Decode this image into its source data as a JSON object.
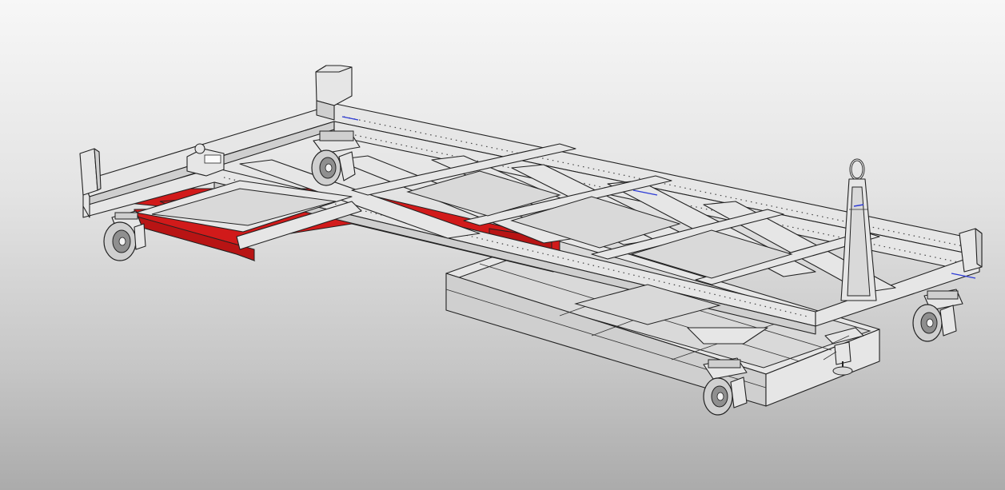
{
  "scene": {
    "background_top": "#f7f7f7",
    "background_bottom": "#ababab",
    "highlight_color": "#d11a1a",
    "frame_color": "#e6e6e6",
    "edge_color": "#222222",
    "accent_line_color": "#2d3bd6"
  },
  "components": {
    "casters": 4,
    "corner_posts": 4,
    "lifting_eye": 1,
    "leveling_jack": 1
  }
}
